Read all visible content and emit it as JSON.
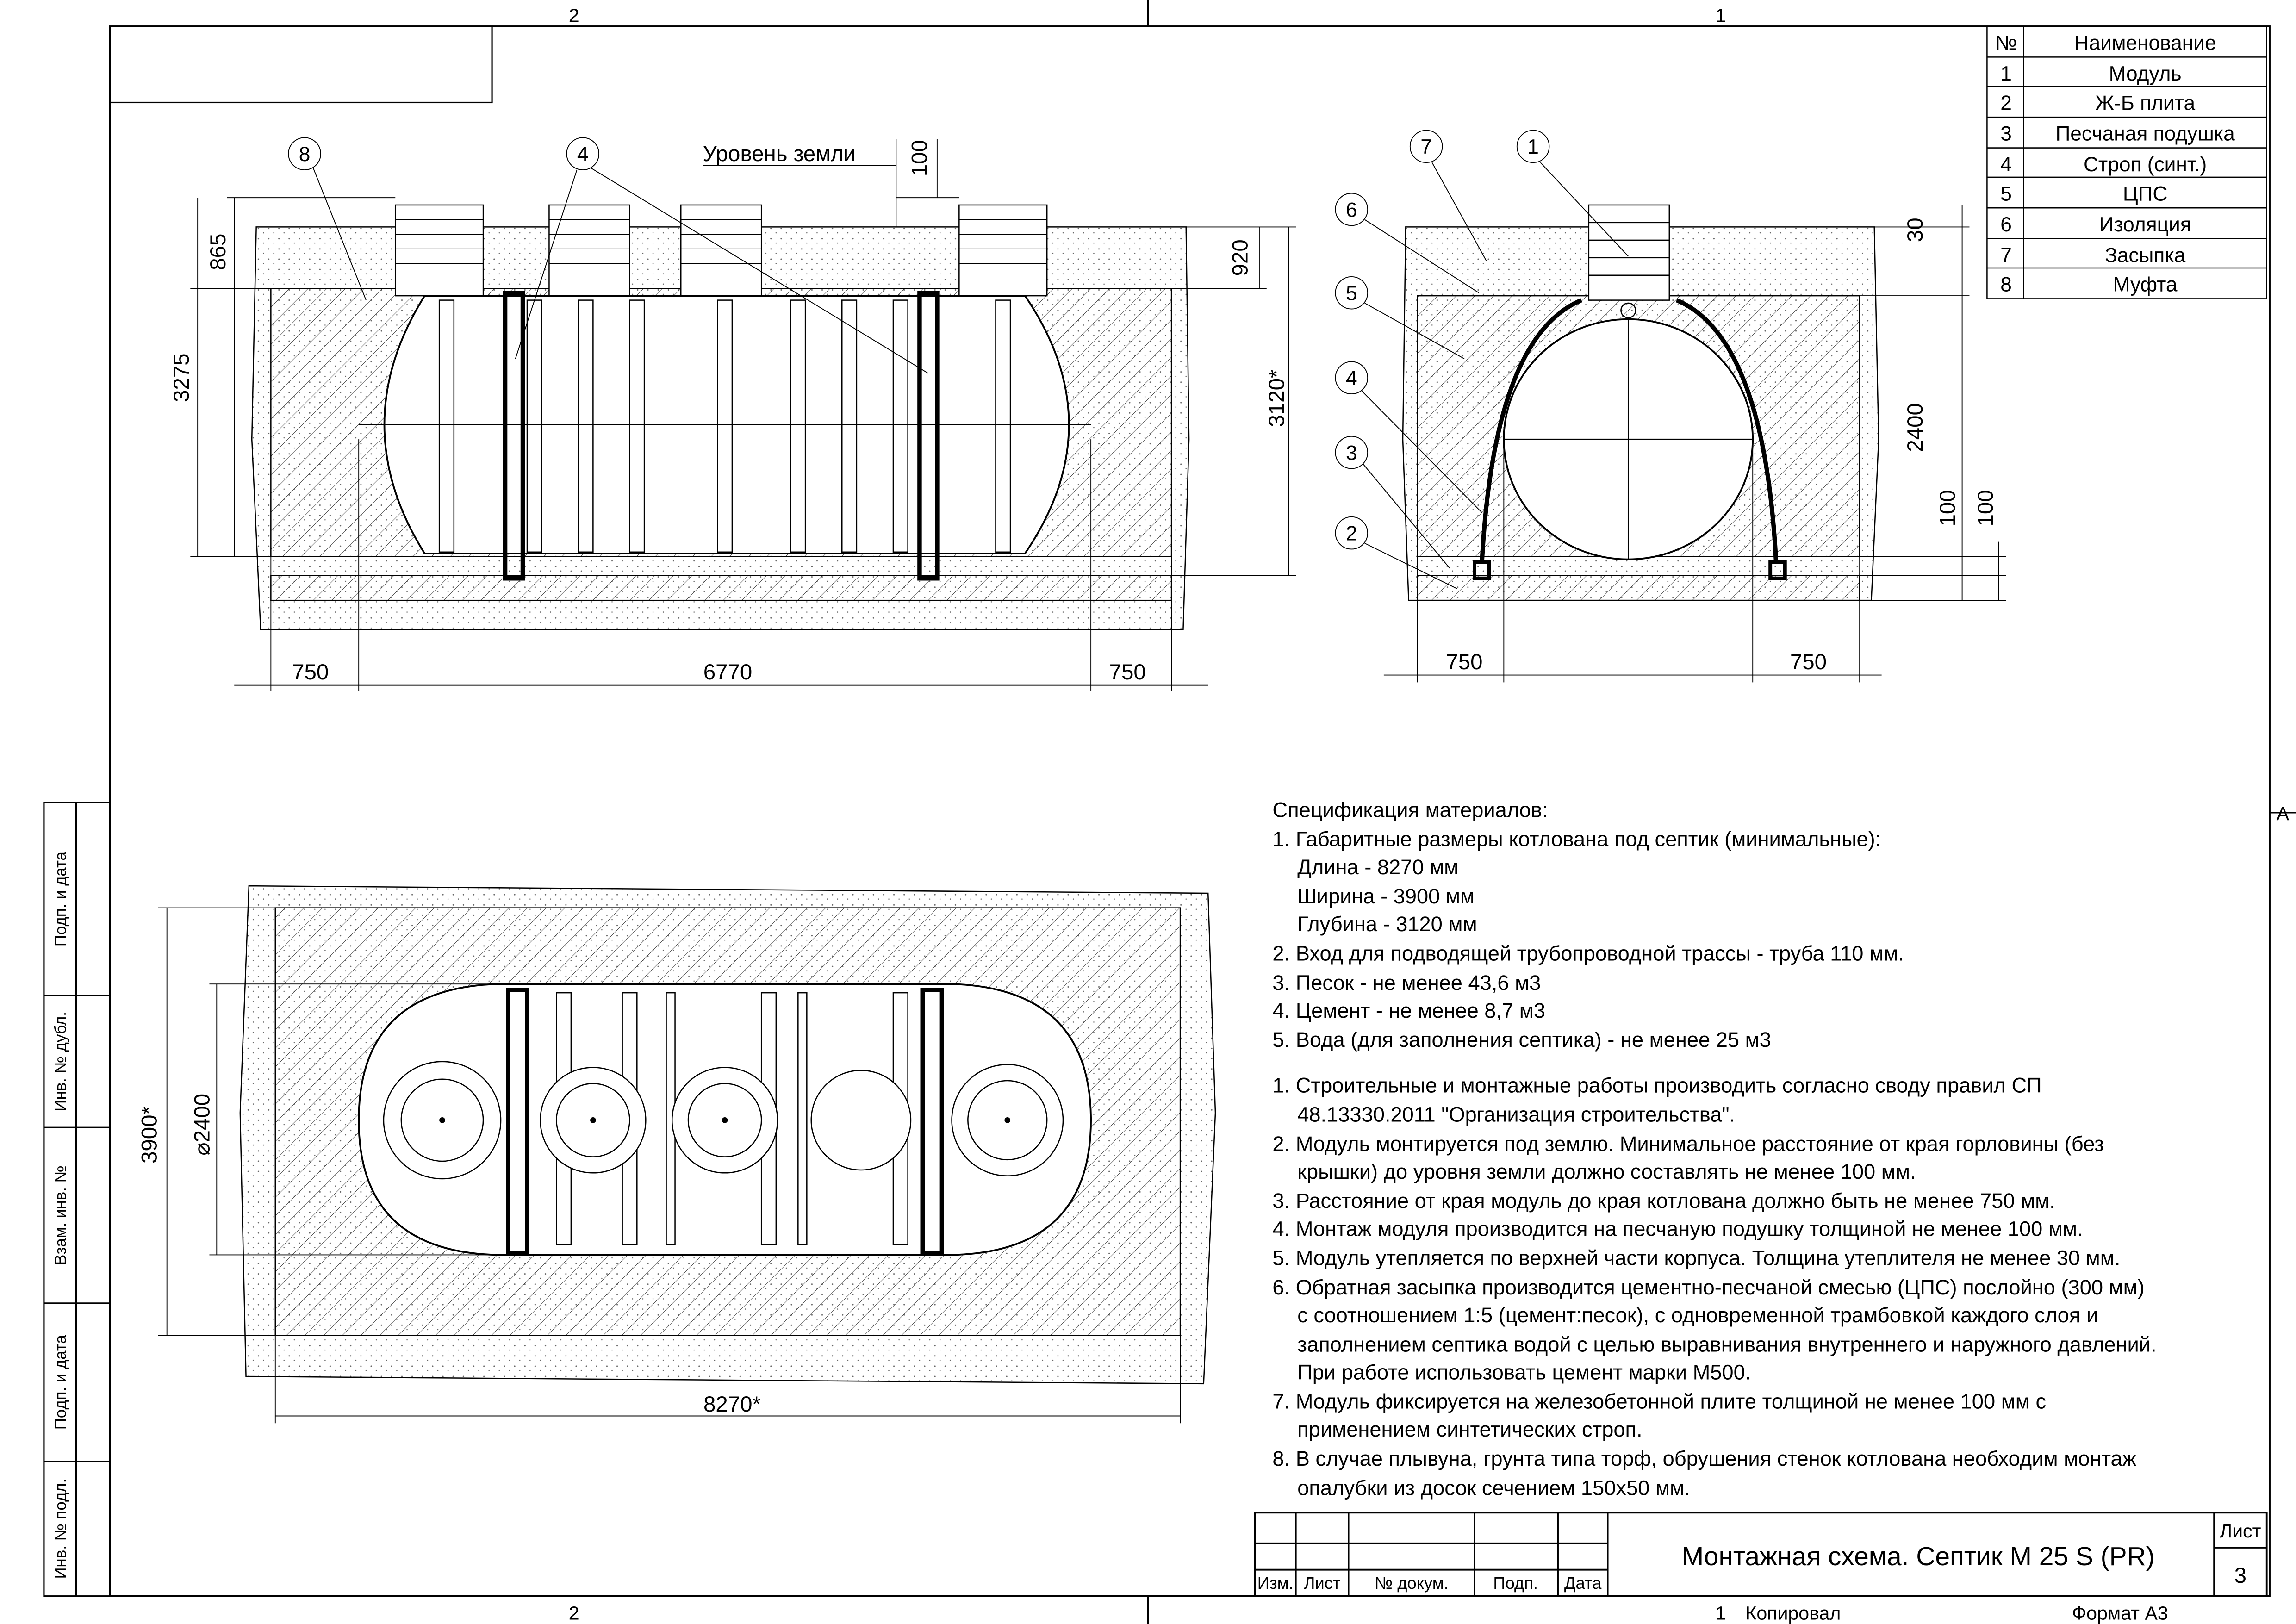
{
  "frame": {
    "zone_top_left": "2",
    "zone_top_right": "1",
    "zone_bottom_left": "2",
    "zone_bottom_right": "1",
    "zone_side": "A",
    "copied": "Копировал",
    "format": "Формат А3"
  },
  "side_stamp": [
    "Подп. и дата",
    "Инв. № дубл.",
    "Взам. инв. №",
    "Подп. и дата",
    "Инв. № подл."
  ],
  "parts_table": {
    "headers": [
      "№",
      "Наименование"
    ],
    "rows": [
      [
        "1",
        "Модуль"
      ],
      [
        "2",
        "Ж-Б плита"
      ],
      [
        "3",
        "Песчаная подушка"
      ],
      [
        "4",
        "Строп (синт.)"
      ],
      [
        "5",
        "ЦПС"
      ],
      [
        "6",
        "Изоляция"
      ],
      [
        "7",
        "Засыпка"
      ],
      [
        "8",
        "Муфта"
      ]
    ]
  },
  "side_view": {
    "ground_label": "Уровень земли",
    "dims": {
      "d100": "100",
      "d865": "865",
      "d3275": "3275",
      "d920": "920",
      "d3120": "3120*",
      "left750": "750",
      "length": "6770",
      "right750": "750"
    },
    "callouts": [
      "8",
      "4"
    ]
  },
  "section_view": {
    "dims": {
      "d30": "30",
      "d2400": "2400",
      "d100a": "100",
      "d100b": "100",
      "left750": "750",
      "right750": "750"
    },
    "callouts": [
      "7",
      "1",
      "6",
      "5",
      "4",
      "3",
      "2"
    ]
  },
  "plan_view": {
    "dims": {
      "width": "3900*",
      "diameter": "⌀2400",
      "length": "8270*"
    }
  },
  "spec": {
    "title": "Спецификация материалов:",
    "materials": [
      "1. Габаритные размеры котлована под септик (минимальные):",
      "Длина - 8270 мм",
      "Ширина - 3900 мм",
      "Глубина - 3120 мм",
      "2. Вход для подводящей трубопроводной трассы - труба 110 мм.",
      "3. Песок - не менее 43,6 м3",
      "4. Цемент - не менее 8,7 м3",
      "5. Вода (для заполнения септика) - не менее 25 м3"
    ],
    "notes": [
      "1. Строительные и монтажные работы производить согласно своду правил СП",
      "48.13330.2011 \"Организация строительства\".",
      "2. Модуль монтируется под землю. Минимальное расстояние от края горловины (без",
      "крышки) до уровня земли должно составлять не менее 100 мм.",
      "3. Расстояние от края модуль до края котлована должно быть не менее 750 мм.",
      "4. Монтаж модуля производится на песчаную подушку толщиной не менее 100 мм.",
      "5. Модуль утепляется по верхней части корпуса. Толщина утеплителя не менее 30 мм.",
      "6. Обратная засыпка производится цементно-песчаной смесью (ЦПС) послойно (300 мм)",
      "с соотношением 1:5 (цемент:песок), с одновременной трамбовкой каждого слоя и",
      "заполнением септика водой с целью выравнивания внутреннего и наружного давлений.",
      "При работе использовать цемент марки М500.",
      "7. Модуль фиксируется  на железобетонной плите толщиной не менее 100 мм с",
      "применением синтетических строп.",
      "8. В случае плывуна, грунта типа торф, обрушения стенок котлована необходим монтаж",
      "опалубки из досок сечением 150х50 мм."
    ]
  },
  "title_block": {
    "title": "Монтажная схема. Септик М 25 S (PR)",
    "sheet_label": "Лист",
    "sheet_number": "3",
    "columns": [
      "Изм.",
      "Лист",
      "№ докум.",
      "Подп.",
      "Дата"
    ]
  }
}
